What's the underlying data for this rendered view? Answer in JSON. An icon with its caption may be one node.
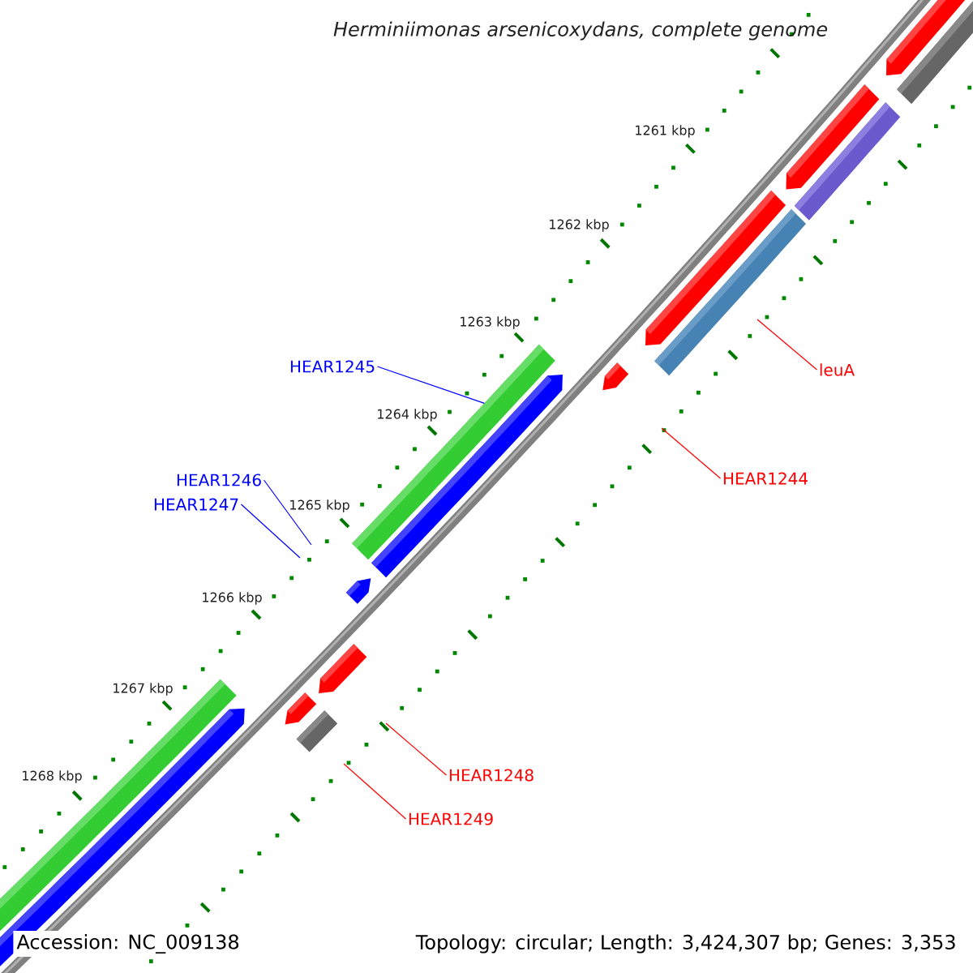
{
  "diagram": {
    "title": "Herminiimonas arsenicoxydans, complete genome",
    "nodes": [
      {
        "text": [
          "HEAR1245"
        ]
      },
      {
        "text": [
          "HEAR1246"
        ]
      },
      {
        "text": [
          "HEAR1247"
        ]
      },
      {
        "text": [
          "leuA"
        ]
      },
      {
        "text": [
          "HEAR1244"
        ]
      },
      {
        "text": [
          "HEAR1248"
        ]
      },
      {
        "text": [
          "HEAR1249"
        ]
      },
      {
        "text": [],
        "shape": "bar"
      }
    ],
    "edges": [
      {
        "from": 0,
        "to": 7,
        "arrow": "none",
        "color": "#0000ff"
      },
      {
        "from": 1,
        "to": null,
        "arrow": "none",
        "color": "#0000ff"
      },
      {
        "from": 2,
        "to": null,
        "arrow": "none",
        "color": "#0000ff"
      },
      {
        "from": 3,
        "to": null,
        "arrow": "none",
        "color": "#ff0000"
      },
      {
        "from": 4,
        "to": null,
        "arrow": "none",
        "color": "#ff0000"
      },
      {
        "from": 5,
        "to": null,
        "arrow": "none",
        "color": "#ff0000"
      },
      {
        "from": 6,
        "to": null,
        "arrow": "none",
        "color": "#ff0000"
      }
    ],
    "labels": [
      "1261 kbp",
      "1262 kbp",
      "1263 kbp",
      "1264 kbp",
      "1265 kbp",
      "1266 kbp",
      "1267 kbp",
      "1268 kbp",
      "Accession: NC_009138",
      "Topology: circular; Length: 3,424,307 bp; Genes: 3,353"
    ]
  }
}
